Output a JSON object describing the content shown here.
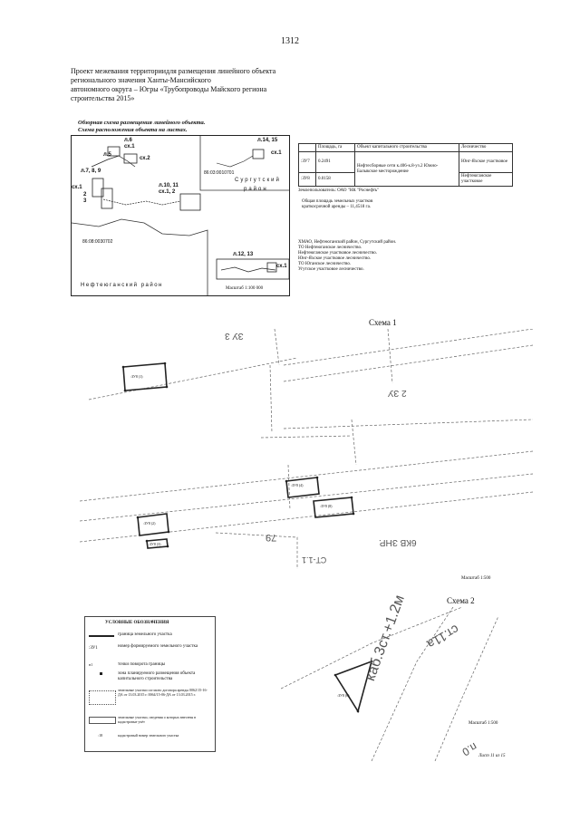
{
  "page_number": "1312",
  "header": {
    "lines": [
      "Проект межевания территориидля размещения линейного объекта",
      "регионального значения Ханты-Мансийского",
      "автономного округа – Югры «Трубопроводы Майского региона",
      "строительства 2015»"
    ]
  },
  "overview": {
    "title_1": "Обзорная схема размещения линейного объекта.",
    "title_2": "Схема расположения объекта на листах.",
    "labels": {
      "l5": "л.5",
      "l6": "л.6",
      "sk1a": "сх.1",
      "sk2": "сх.2",
      "l789": "л.7, 8, 9",
      "sk1b": "сх.1",
      "n2": "2",
      "n3": "3",
      "l1011": "л.10, 11",
      "sk12": "сх.1, 2",
      "l1415": "л.14, 15",
      "sk1c": "сх.1",
      "l1213": "л.12, 13",
      "sk1d": "сх.1",
      "cad1": "86:03:0010701",
      "cad2": "86:08:0030702",
      "surgut_1": "Сургутский",
      "surgut_2": "район",
      "nefte": "Нефтеюганский район",
      "scale": "Масштаб 1:100 000"
    }
  },
  "table": {
    "headers": [
      "",
      "Площадь, га",
      "Объект капитального строительства",
      "Лесничество"
    ],
    "rows": [
      {
        "id": ":ЗУ7",
        "area": "0.2491",
        "forest": "Юнг-Яхское участковое"
      },
      {
        "id": ":ЗУ8",
        "area": "0.0158",
        "forest": "Нефтеюганское участковое"
      }
    ],
    "object": "Нефтесборные сети к.406-к.8-уз.2 Южно-Балыкское месторождение"
  },
  "info": {
    "landuser": "Землепользователь: ОАО \"НК \"Роснефть\"",
    "area_1": "Общая площадь земельных участков",
    "area_2": "краткосрочной аренды – 11,4518 га.",
    "loc_lines": [
      "ХМАО, Нефтеюганский район, Сургутский район.",
      "ТО Нефтеюганское лесничество.",
      "Нефтеюганское участковое лесничество.",
      "Юнг-Яхское участковое лесничество.",
      "ТО Юганское лесничество.",
      "Угутское участковое лесничество."
    ]
  },
  "scheme1": {
    "title": "Схема 1",
    "scale": "Масштаб 1:500",
    "labels": {
      "zu_top": ":ЗУ8 (1)",
      "zu4": ":ЗУ8 (4)",
      "zu8": ":ЗУ8 (8)",
      "zu2": ":ЗУ8 (2)",
      "zu3": ":ЗУ8 (3)",
      "street_top": "ЗУ 3",
      "street_right": "2 ЗУ",
      "n79": "79",
      "cut_1": "6КВ ЗНР.",
      "cut_2": "СТ-1.1"
    }
  },
  "scheme2": {
    "title": "Схема 2",
    "scale": "Масштаб 1:500",
    "labels": {
      "zu": ":ЗУ8 (6)",
      "road": "каб.3ст.+1.2м",
      "road_top": "ст.11а",
      "road_low": "п.0"
    }
  },
  "legend": {
    "title": "УСЛОВНЫЕ ОБОЗНАЧЕНИЯ",
    "items": [
      "граница земельного участка",
      "номер формируемого земельного участка",
      "точки поворота границы",
      "зона планируемого размещения объекта капитального строительства",
      "земельные участки согласно договора аренды 0062/15-16-ДА от 13.03.2015 г. 0064/15-06-ДА от 13.03.2015 г.",
      "земельные участки, сведения о которых внесены в кадастровые учёт",
      "кадастровый номер земельного участка"
    ],
    "sym_zu": ":ЗУ1",
    "sym_pt": "н1",
    "sym_cad": ":18"
  },
  "sheet": "Лист 11 из 15"
}
